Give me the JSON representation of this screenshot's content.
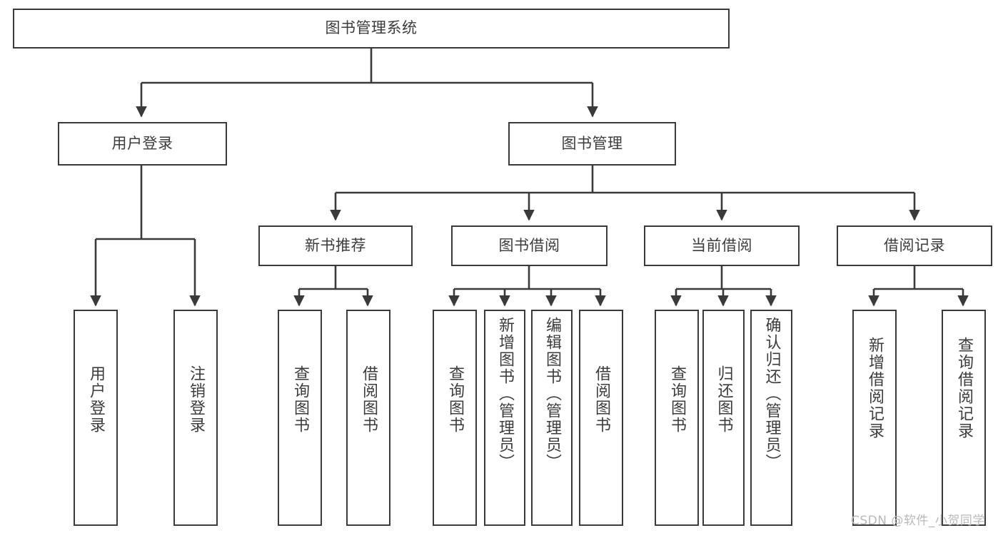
{
  "diagram": {
    "title": "图书管理系统",
    "type": "tree-hierarchy",
    "colors": {
      "stroke": "#3a3a3a",
      "text": "#3c3c3c",
      "background": "#ffffff",
      "watermark": "#b9b9b9"
    },
    "root": {
      "id": "root",
      "label": "图书管理系统"
    },
    "level1": [
      {
        "id": "user-login",
        "label": "用户登录"
      },
      {
        "id": "book-manage",
        "label": "图书管理"
      }
    ],
    "level2": [
      {
        "id": "new-book-rec",
        "label": "新书推荐"
      },
      {
        "id": "book-borrow",
        "label": "图书借阅"
      },
      {
        "id": "current-borrow",
        "label": "当前借阅"
      },
      {
        "id": "borrow-record",
        "label": "借阅记录"
      }
    ],
    "leaves": [
      {
        "id": "leaf-user-login",
        "label": "用户登录",
        "parent": "user-login"
      },
      {
        "id": "leaf-logout",
        "label": "注销登录",
        "parent": "user-login"
      },
      {
        "id": "leaf-query-book-1",
        "label": "查询图书",
        "parent": "new-book-rec"
      },
      {
        "id": "leaf-borrow-book-1",
        "label": "借阅图书",
        "parent": "new-book-rec"
      },
      {
        "id": "leaf-query-book-2",
        "label": "查询图书",
        "parent": "book-borrow"
      },
      {
        "id": "leaf-add-book",
        "label": "新增图书（管理员）",
        "parent": "book-borrow"
      },
      {
        "id": "leaf-edit-book",
        "label": "编辑图书（管理员）",
        "parent": "book-borrow"
      },
      {
        "id": "leaf-borrow-book-2",
        "label": "借阅图书",
        "parent": "book-borrow"
      },
      {
        "id": "leaf-query-book-3",
        "label": "查询图书",
        "parent": "current-borrow"
      },
      {
        "id": "leaf-return-book",
        "label": "归还图书",
        "parent": "current-borrow"
      },
      {
        "id": "leaf-confirm-return",
        "label": "确认归还（管理员）",
        "parent": "current-borrow"
      },
      {
        "id": "leaf-add-record",
        "label": "新增借阅记录",
        "parent": "borrow-record"
      },
      {
        "id": "leaf-query-record",
        "label": "查询借阅记录",
        "parent": "borrow-record"
      }
    ],
    "watermark": "CSDN @软件_小贺同学"
  }
}
